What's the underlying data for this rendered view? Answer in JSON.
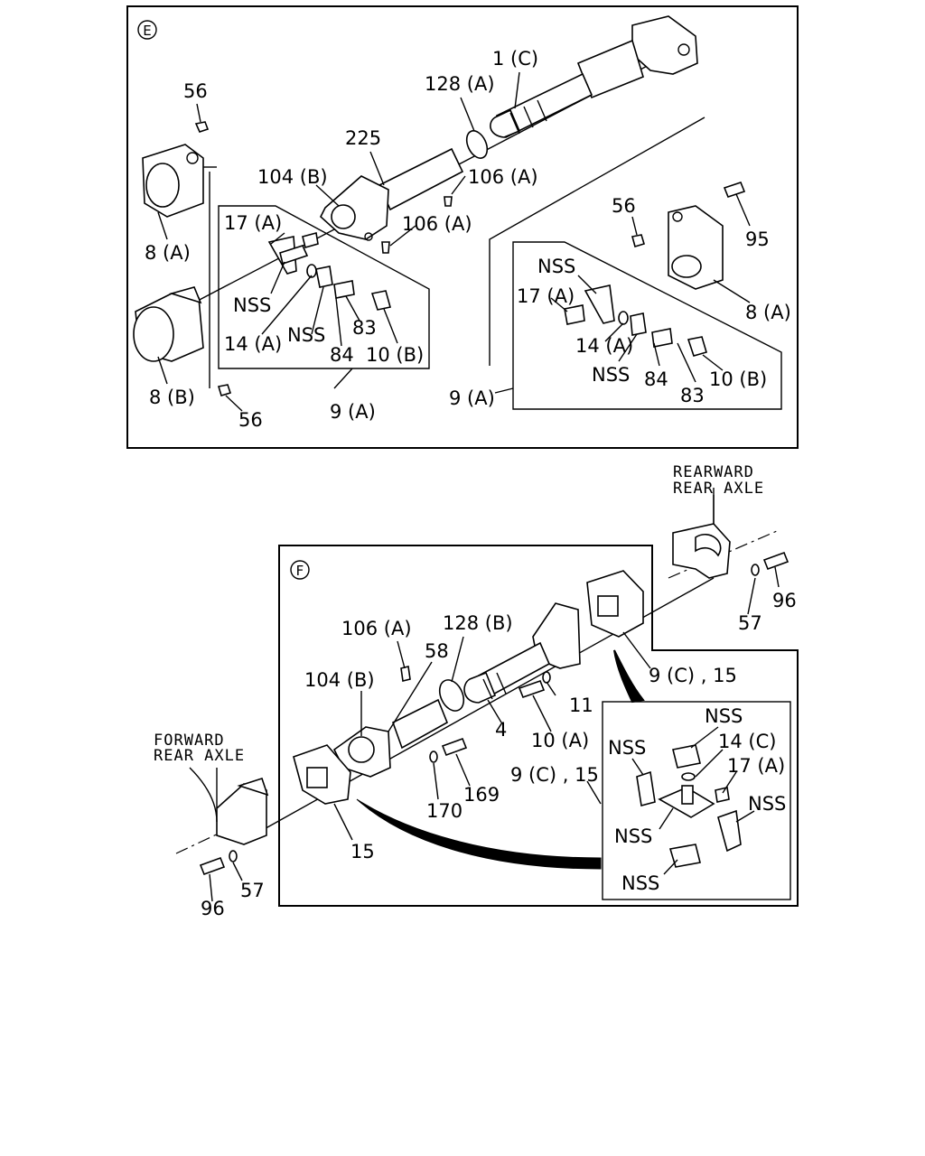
{
  "sections": {
    "e": {
      "marker": "E"
    },
    "f": {
      "marker": "F"
    }
  },
  "labels_e": {
    "l1c": "1 (C)",
    "l128a": "128 (A)",
    "l225": "225",
    "l104b": "104 (B)",
    "l106a_1": "106 (A)",
    "l106a_2": "106 (A)",
    "l56_top": "56",
    "l8a_left": "8 (A)",
    "l17a_left": "17 (A)",
    "lnss_left1": "NSS",
    "l14a_left": "14 (A)",
    "lnss_left2": "NSS",
    "l83_left": "83",
    "l84_left": "84",
    "l10b_left": "10 (B)",
    "l8b": "8 (B)",
    "l56_bottom": "56",
    "l9a_left": "9 (A)",
    "l56_right": "56",
    "l95": "95",
    "l8a_right": "8 (A)",
    "lnss_right1": "NSS",
    "l17a_right": "17 (A)",
    "l14a_right": "14 (A)",
    "lnss_right2": "NSS",
    "l84_right": "84",
    "l83_right": "83",
    "l10b_right": "10 (B)",
    "l9a_right": "9 (A)"
  },
  "labels_f": {
    "rearward_1": "REARWARD",
    "rearward_2": "REAR AXLE",
    "forward_1": "FORWARD",
    "forward_2": "REAR AXLE",
    "l96_right": "96",
    "l57_right": "57",
    "l9c15_top": "9 (C) , 15",
    "l106a": "106 (A)",
    "l128b": "128 (B)",
    "l58": "58",
    "l104b": "104 (B)",
    "l11": "11",
    "l4": "4",
    "l10a": "10 (A)",
    "l169": "169",
    "l170": "170",
    "l15": "15",
    "l96_left": "96",
    "l57_left": "57",
    "l9c15_inset": "9 (C) , 15",
    "lnss1": "NSS",
    "lnss2": "NSS",
    "l14c": "14 (C)",
    "l17a": "17 (A)",
    "lnss3": "NSS",
    "lnss4": "NSS",
    "lnss5": "NSS"
  }
}
